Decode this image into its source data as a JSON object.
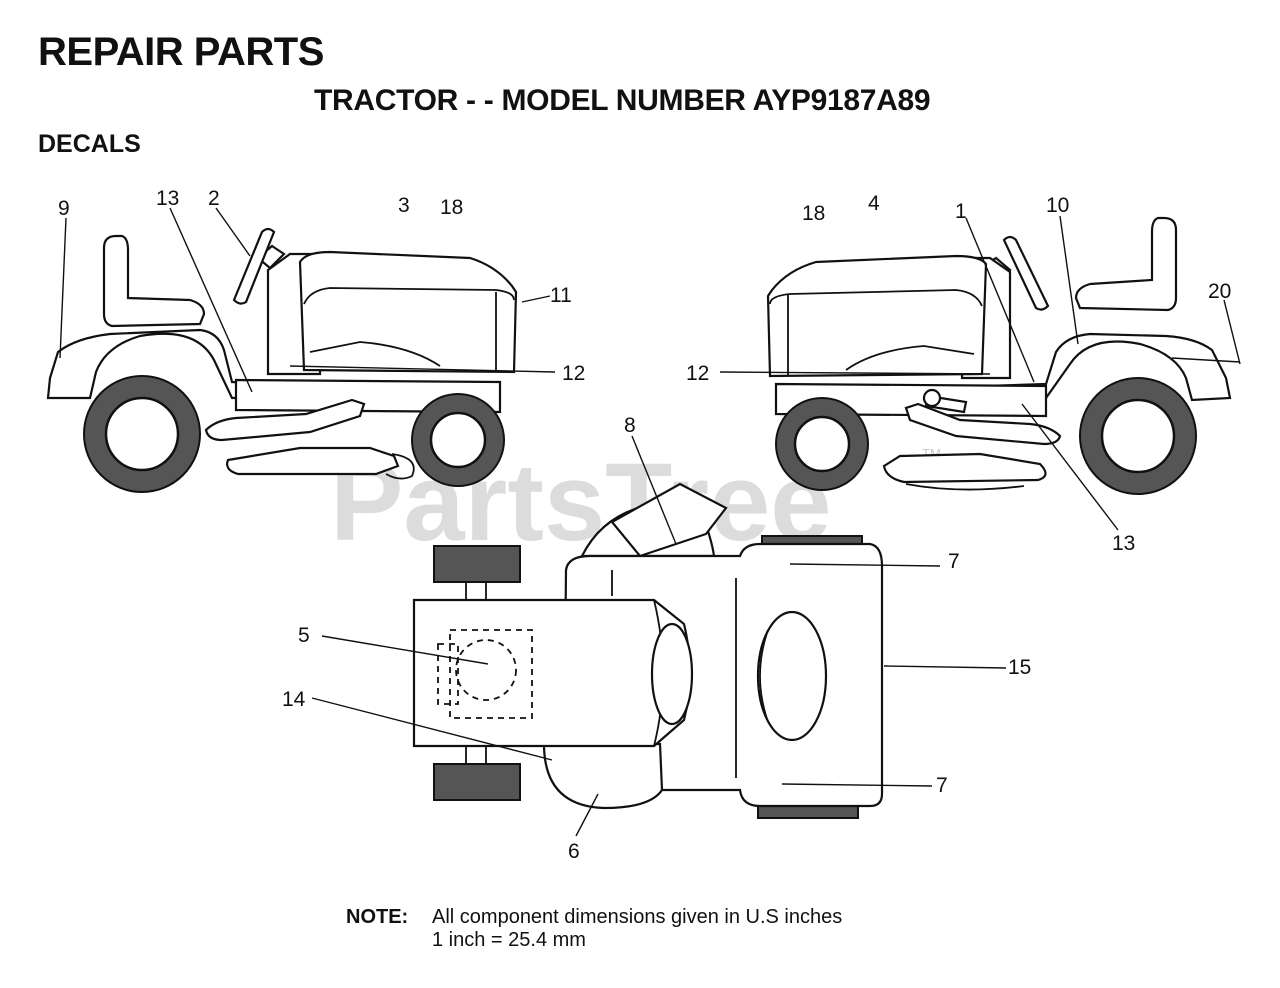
{
  "header": {
    "title": "REPAIR PARTS",
    "subtitle": "TRACTOR - - MODEL NUMBER AYP9187A89",
    "section": "DECALS"
  },
  "watermark": {
    "text": "PartsTree",
    "trademark": "TM"
  },
  "callouts": {
    "left_view": [
      "9",
      "13",
      "2",
      "3",
      "18",
      "11",
      "12"
    ],
    "right_view": [
      "18",
      "4",
      "1",
      "10",
      "20",
      "12",
      "13"
    ],
    "top_view": [
      "8",
      "7",
      "5",
      "15",
      "14",
      "7",
      "6"
    ]
  },
  "note": {
    "label": "NOTE:",
    "line1": "All component dimensions given in U.S  inches",
    "line2": "1 inch = 25.4 mm"
  }
}
